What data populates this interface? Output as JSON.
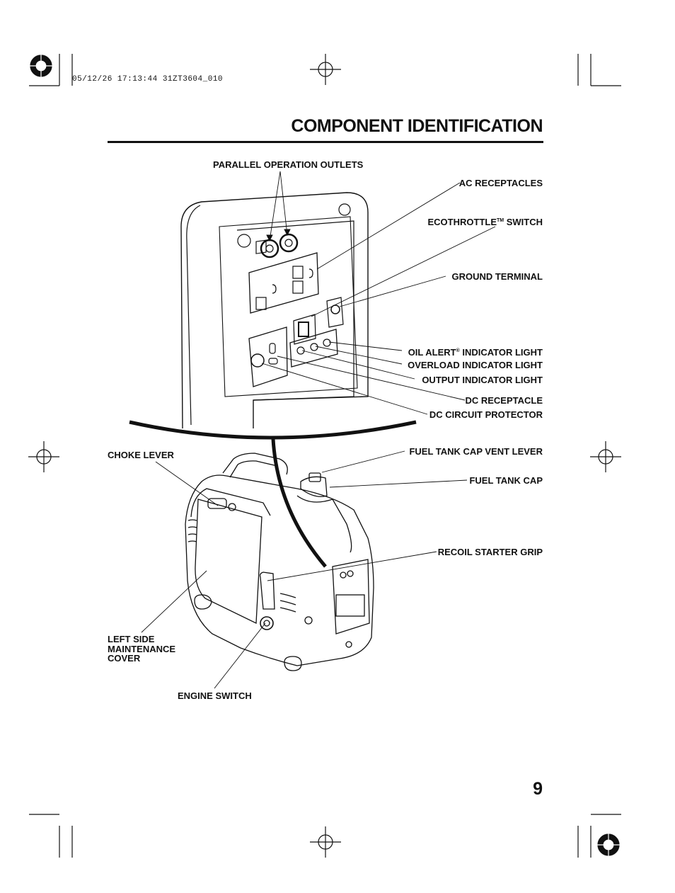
{
  "print_stamp": "05/12/26 17:13:44 31ZT3604_010",
  "title": "COMPONENT IDENTIFICATION",
  "page_number": "9",
  "labels": {
    "parallel_outlets": "PARALLEL OPERATION OUTLETS",
    "ac_receptacles": "AC RECEPTACLES",
    "ecothrottle_a": "ECOTHROTTLE",
    "ecothrottle_tm": "TM",
    "ecothrottle_b": " SWITCH",
    "ground_terminal": "GROUND TERMINAL",
    "oil_alert_a": "OIL ALERT",
    "oil_alert_reg": "®",
    "oil_alert_b": " INDICATOR LIGHT",
    "overload": "OVERLOAD INDICATOR LIGHT",
    "output": "OUTPUT INDICATOR LIGHT",
    "dc_receptacle": "DC RECEPTACLE",
    "dc_protector": "DC CIRCUIT PROTECTOR",
    "choke": "CHOKE LEVER",
    "vent_lever": "FUEL TANK CAP VENT LEVER",
    "fuel_cap": "FUEL TANK CAP",
    "recoil": "RECOIL STARTER GRIP",
    "left_cover_1": "LEFT SIDE",
    "left_cover_2": "MAINTENANCE",
    "left_cover_3": "COVER",
    "engine_switch": "ENGINE SWITCH"
  }
}
